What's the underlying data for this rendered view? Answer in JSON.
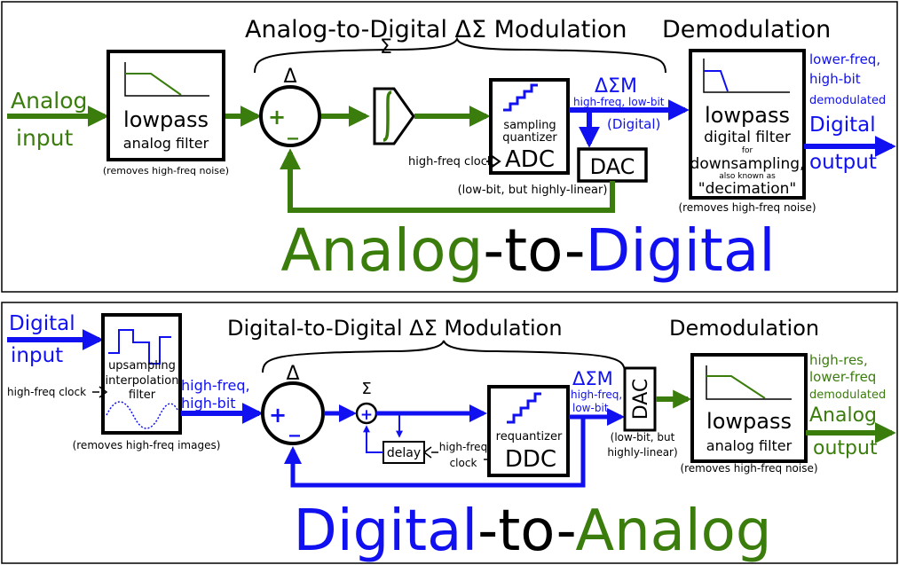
{
  "colors": {
    "green": "#3a7d0c",
    "blue": "#1010f0",
    "black": "#000000"
  },
  "adc": {
    "header": "Analog-to-Digital ΔΣ Modulation",
    "demod_header": "Demodulation",
    "input_line1": "Analog",
    "input_line2": "input",
    "lowpass_title": "lowpass",
    "lowpass_sub": "analog filter",
    "lowpass_note": "(removes high-freq noise)",
    "delta": "Δ",
    "plus": "+",
    "minus": "_",
    "sigma": "Σ",
    "quantizer_line1": "sampling",
    "quantizer_line2": "quantizer",
    "adc_label": "ADC",
    "clock_label": "high-freq clock",
    "dac_label": "DAC",
    "dac_note": "(low-bit, but highly-linear)",
    "dsm_label": "ΔΣM",
    "dsm_sub": "high-freq, low-bit",
    "digital_tag": "(Digital)",
    "digfilter_title": "lowpass",
    "digfilter_line2": "digital filter",
    "digfilter_line3": "for",
    "digfilter_line4": "downsampling,",
    "digfilter_line5": "also known as",
    "digfilter_line6": "\"decimation\"",
    "digfilter_note": "(removes high-freq noise)",
    "out_line1": "lower-freq,",
    "out_line2": "high-bit",
    "out_line3": "demodulated",
    "out_line4": "Digital",
    "out_line5": "output",
    "big_part1": "Analog",
    "big_part2": "-to-",
    "big_part3": "Digital"
  },
  "dac": {
    "header": "Digital-to-Digital ΔΣ Modulation",
    "demod_header": "Demodulation",
    "input_line1": "Digital",
    "input_line2": "input",
    "upsampling_line1": "upsampling",
    "upsampling_line2": "interpolation",
    "upsampling_line3": "filter",
    "upsampling_note": "(removes high-freq images)",
    "clock_label": "high-freq clock",
    "signal_line1": "high-freq,",
    "signal_line2": "high-bit",
    "delta": "Δ",
    "plus": "+",
    "minus": "_",
    "sigma": "Σ",
    "delay_label": "delay",
    "clock2_line1": "high-freq",
    "clock2_line2": "clock",
    "requantizer_label": "requantizer",
    "ddc_label": "DDC",
    "dsm_label": "ΔΣM",
    "dsm_sub1": "high-freq,",
    "dsm_sub2": "low-bit",
    "dac_label": "DAC",
    "dac_note1": "(low-bit, but",
    "dac_note2": "highly-linear)",
    "lowpass_title": "lowpass",
    "lowpass_sub": "analog filter",
    "lowpass_note": "(removes high-freq noise)",
    "out_line1": "high-res,",
    "out_line2": "lower-freq",
    "out_line3": "demodulated",
    "out_line4": "Analog",
    "out_line5": "output",
    "big_part1": "Digital",
    "big_part2": "-to-",
    "big_part3": "Analog"
  }
}
